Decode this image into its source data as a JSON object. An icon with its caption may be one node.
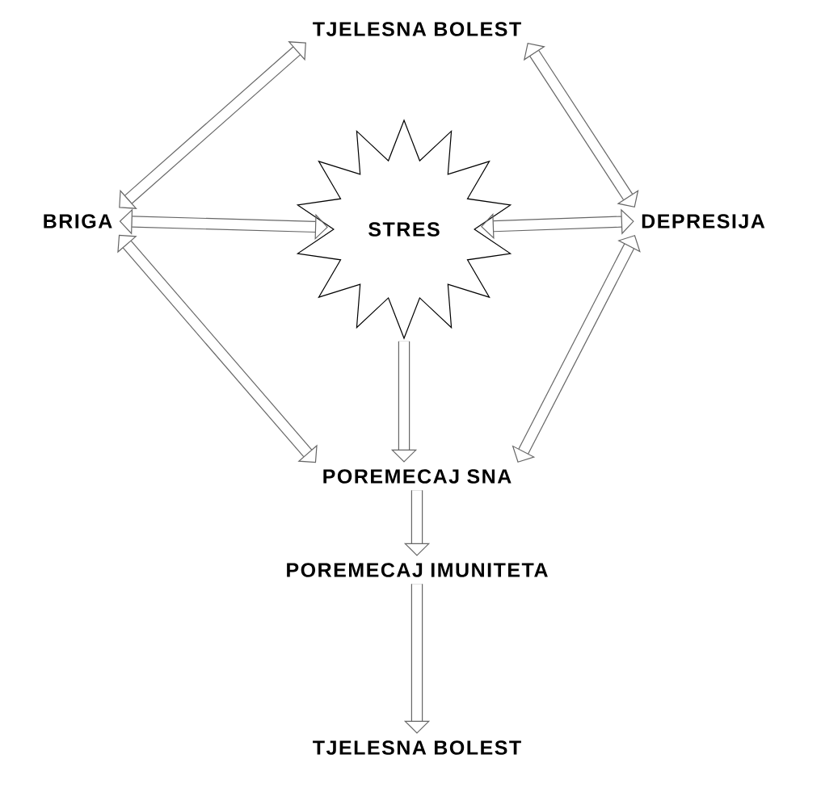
{
  "diagram": {
    "nodes": [
      {
        "text": [
          "STRES"
        ]
      },
      {
        "text": [
          "TJELESNA BOLEST"
        ]
      },
      {
        "text": [
          "BRIGA"
        ]
      },
      {
        "text": [
          "DEPRESIJA"
        ]
      },
      {
        "text": [
          "POREMECAJ SNA"
        ]
      },
      {
        "text": [
          "POREMECAJ IMUNITETA"
        ]
      },
      {
        "text": [
          "TJELESNA BOLEST"
        ]
      }
    ],
    "edges": [
      {
        "from": 2,
        "to": 1,
        "arrow": "both"
      },
      {
        "from": 1,
        "to": 3,
        "arrow": "both"
      },
      {
        "from": 2,
        "to": 0,
        "arrow": "both"
      },
      {
        "from": 0,
        "to": 3,
        "arrow": "both"
      },
      {
        "from": 2,
        "to": 4,
        "arrow": "both"
      },
      {
        "from": 3,
        "to": 4,
        "arrow": "both"
      },
      {
        "from": 0,
        "to": 4,
        "arrow": "to"
      },
      {
        "from": 4,
        "to": 5,
        "arrow": "to"
      },
      {
        "from": 5,
        "to": 6,
        "arrow": "to"
      }
    ]
  }
}
